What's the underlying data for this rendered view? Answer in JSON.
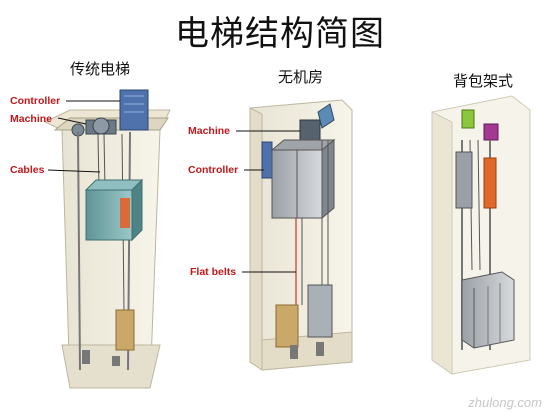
{
  "title": "电梯结构简图",
  "panels": [
    {
      "caption": "传统电梯",
      "labels": [
        "Controller",
        "Machine",
        "Cables"
      ]
    },
    {
      "caption": "无机房",
      "labels": [
        "Machine",
        "Controller",
        "Flat belts"
      ]
    },
    {
      "caption": "背包架式",
      "labels": []
    }
  ],
  "watermark": "zhulong.com",
  "colors": {
    "label": "#c0181c",
    "cabin": "#6fa6a8",
    "shaft": "#f2ecd8",
    "counterweight": "#c9a86a",
    "controller": "#4a6fa8"
  }
}
